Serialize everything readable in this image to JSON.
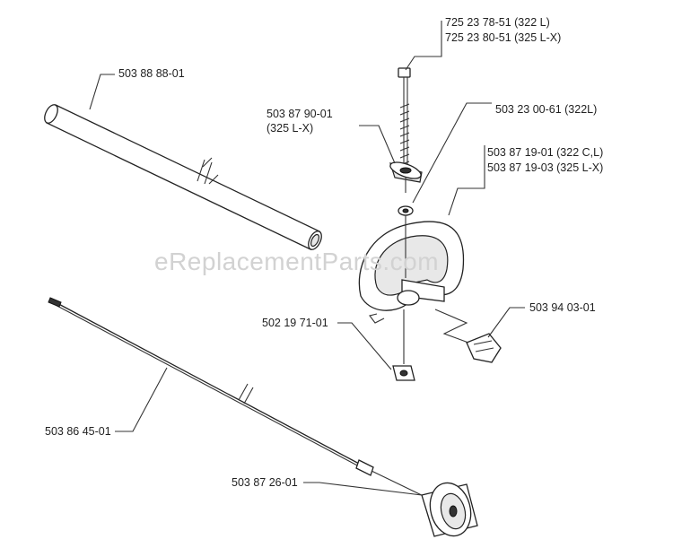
{
  "watermark": "eReplacementParts.com",
  "parts": {
    "shaft_tube": "503 88 88-01",
    "bolt_322l": "725 23 78-51 (322 L)",
    "bolt_325lx": "725 23 80-51 (325 L-X)",
    "knob_number": "503 87 90-01",
    "knob_model": "(325 L-X)",
    "washer": "503 23 00-61 (322L)",
    "handle_322": "503 87 19-01 (322 C,L)",
    "handle_325": "503 87 19-03 (325 L-X)",
    "nut": "502 19 71-01",
    "clamp": "503 94 03-01",
    "drive_shaft": "503 86 45-01",
    "bearing_cup": "503 87 26-01"
  }
}
